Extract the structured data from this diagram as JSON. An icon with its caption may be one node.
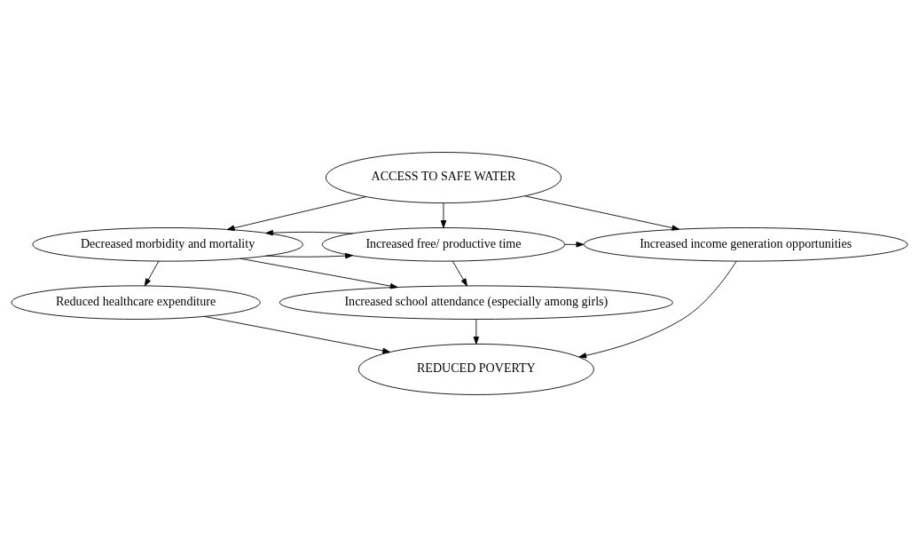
{
  "diagram": {
    "nodes": [
      {
        "text": [
          "ACCESS TO SAFE WATER"
        ]
      },
      {
        "text": [
          "Decreased morbidity and mortality"
        ]
      },
      {
        "text": [
          "Increased free/ productive time"
        ]
      },
      {
        "text": [
          "Increased income generation opportunities"
        ]
      },
      {
        "text": [
          "Reduced healthcare expenditure"
        ]
      },
      {
        "text": [
          "Increased school attendance (especially among girls)"
        ]
      },
      {
        "text": [
          "REDUCED POVERTY"
        ]
      }
    ],
    "edges": [
      {
        "from": 0,
        "to": 1,
        "arrow": "to"
      },
      {
        "from": 0,
        "to": 2,
        "arrow": "to"
      },
      {
        "from": 0,
        "to": 3,
        "arrow": "to"
      },
      {
        "from": 1,
        "to": 2,
        "arrow": "to"
      },
      {
        "from": 2,
        "to": 1,
        "arrow": "to"
      },
      {
        "from": 2,
        "to": 3,
        "arrow": "to"
      },
      {
        "from": 1,
        "to": 4,
        "arrow": "to"
      },
      {
        "from": 1,
        "to": 5,
        "arrow": "to"
      },
      {
        "from": 2,
        "to": 5,
        "arrow": "to"
      },
      {
        "from": 4,
        "to": 6,
        "arrow": "to"
      },
      {
        "from": 5,
        "to": 6,
        "arrow": "to"
      },
      {
        "from": 3,
        "to": 6,
        "arrow": "to"
      }
    ]
  }
}
